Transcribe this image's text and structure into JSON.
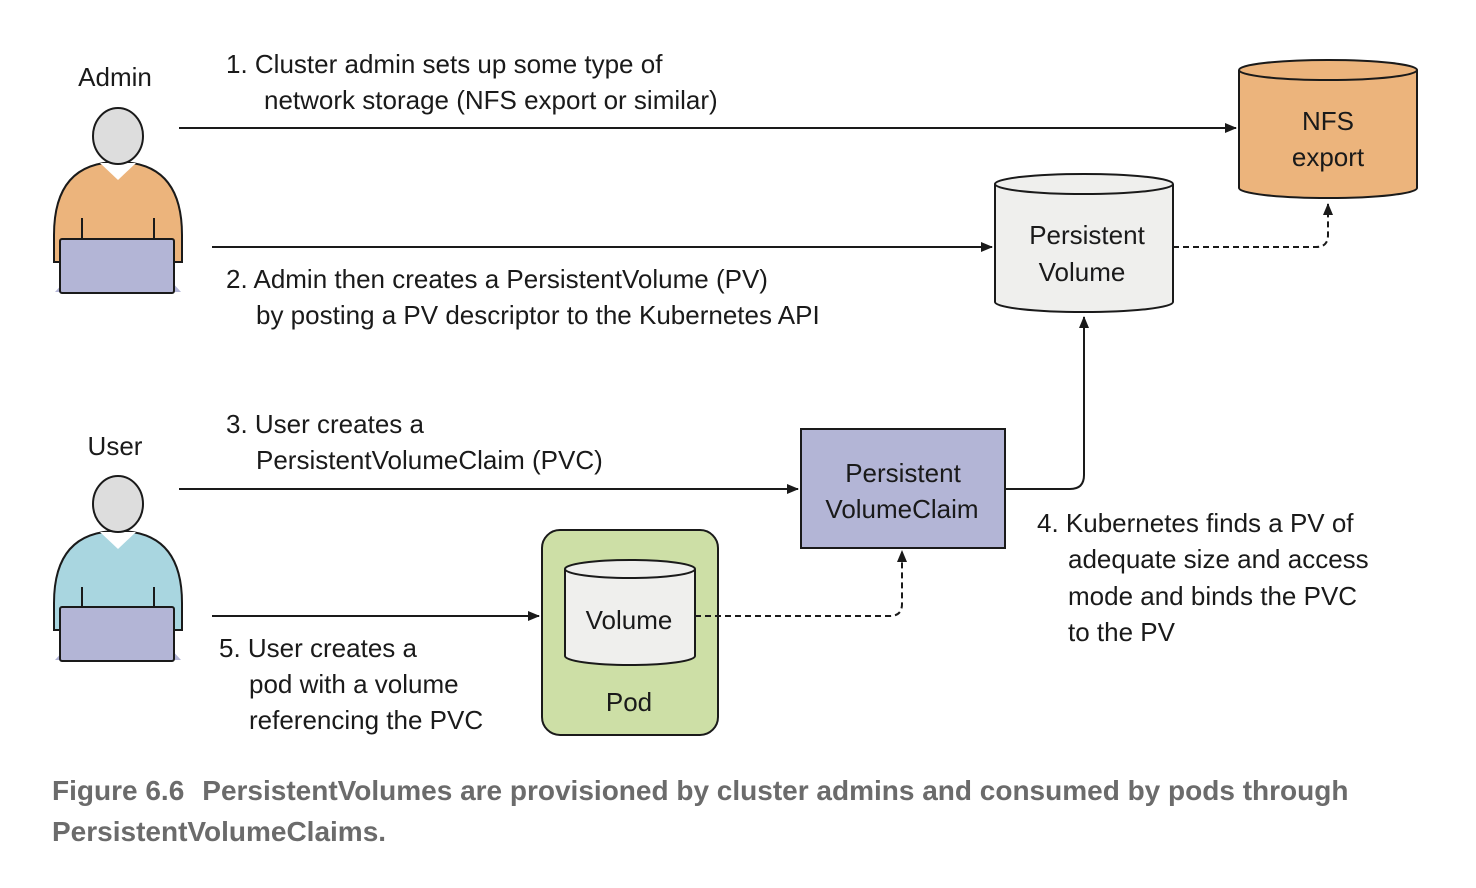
{
  "actors": {
    "admin": {
      "label": "Admin",
      "shirt_color": "#ecb47c"
    },
    "user": {
      "label": "User",
      "shirt_color": "#a9d6e0"
    }
  },
  "steps": {
    "s1": [
      "1. Cluster admin sets up some type of",
      "network storage (NFS export or similar)"
    ],
    "s2": [
      "2. Admin then creates a PersistentVolume (PV)",
      "by posting a PV descriptor to the Kubernetes API"
    ],
    "s3": [
      "3. User creates a",
      "PersistentVolumeClaim (PVC)"
    ],
    "s4": [
      "4. Kubernetes finds a PV of",
      "adequate size and access",
      "mode and binds the PVC",
      "to the PV"
    ],
    "s5": [
      "5. User creates a",
      "pod with a volume",
      "referencing the PVC"
    ]
  },
  "nodes": {
    "nfs": {
      "lines": [
        "NFS",
        "export"
      ],
      "color": "#ecb47c"
    },
    "pv": {
      "lines": [
        "Persistent",
        "Volume"
      ],
      "color": "#efefed"
    },
    "pvc": {
      "lines": [
        "Persistent",
        "VolumeClaim"
      ],
      "color": "#b3b5d6"
    },
    "volume": {
      "label": "Volume",
      "color": "#efefed"
    },
    "pod": {
      "label": "Pod",
      "color": "#cddfa6"
    }
  },
  "caption": {
    "number": "Figure 6.6",
    "text": "PersistentVolumes are provisioned by cluster admins and consumed by pods through PersistentVolumeClaims."
  }
}
